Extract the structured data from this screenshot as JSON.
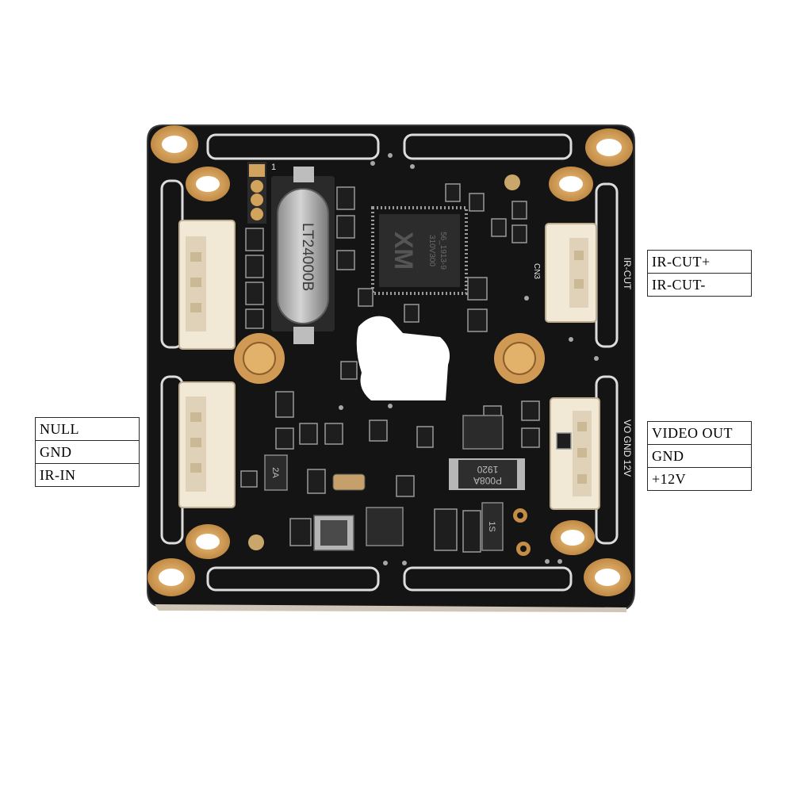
{
  "photo": {
    "chip_logo_text": "XM",
    "chip_marking_1": "310V300",
    "chip_marking_2": "56_1913-9",
    "crystal_marking": "LT24000B",
    "inductor_marking_1": "1920",
    "inductor_marking_2": "P008A",
    "pin1_marker": "1",
    "ircut_silk": "IR-CUT",
    "video_silk": "VO GND 12V",
    "cn3_silk": "CN3",
    "regulator_silk": "2A",
    "diode_silk": "1S",
    "colors": {
      "pcb": "#141414",
      "pad_gold": "#d8a764",
      "connector": "#f3ead9",
      "silkscreen": "#e8e8e8"
    }
  },
  "callouts": {
    "left": {
      "rows": [
        "NULL",
        "GND",
        "IR-IN"
      ]
    },
    "ir_cut": {
      "rows": [
        "IR-CUT+",
        "IR-CUT-"
      ]
    },
    "video": {
      "rows": [
        "VIDEO OUT",
        "GND",
        "+12V"
      ]
    }
  }
}
